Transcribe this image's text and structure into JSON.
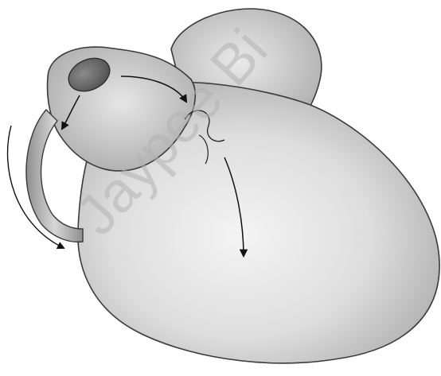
{
  "figure": {
    "watermark_text": "Jaypee Bi",
    "colors": {
      "outline": "#3a3a3a",
      "fill_light": "#f2f2f2",
      "fill_mid": "#cfcfcf",
      "fill_dark": "#9a9a9a",
      "opening": "#6e6e6e",
      "arrow": "#111111",
      "watermark": "#b3b3b3"
    },
    "parts": [
      "upper-right-lobe",
      "main-body",
      "upper-left-chamber",
      "dark-oval-opening",
      "curved-side-tube"
    ],
    "arrows": [
      "arrow-from-opening-down-left",
      "arrow-from-opening-right",
      "arrow-down-into-body",
      "arrow-along-side-tube"
    ]
  }
}
